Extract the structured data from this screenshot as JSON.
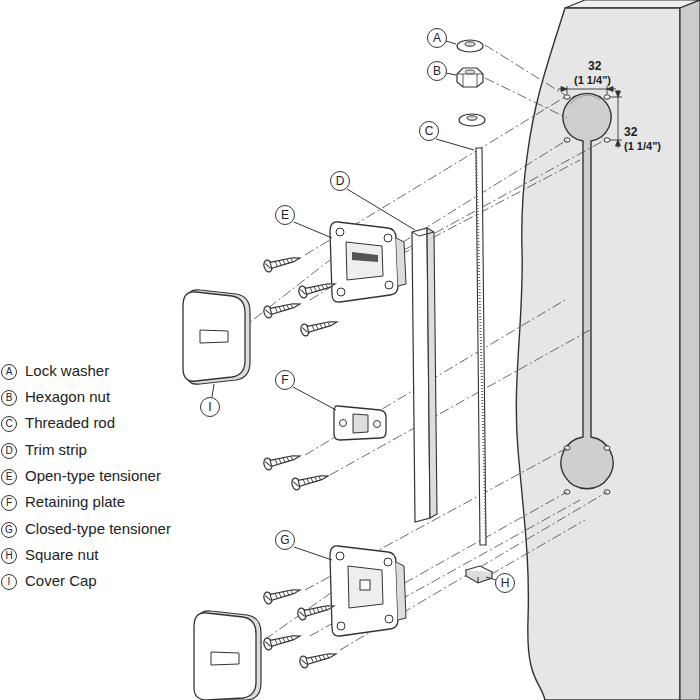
{
  "diagram": {
    "nodes": [
      {
        "text": [
          "A"
        ]
      },
      {
        "text": [
          "B"
        ]
      },
      {
        "text": [
          "C"
        ]
      },
      {
        "text": [
          "D"
        ]
      },
      {
        "text": [
          "E"
        ]
      },
      {
        "text": [
          "F"
        ]
      },
      {
        "text": [
          "I"
        ]
      },
      {
        "text": [
          "G"
        ]
      },
      {
        "text": [
          "H"
        ]
      },
      {
        "text": [
          "A"
        ]
      },
      {
        "text": [
          "B"
        ]
      },
      {
        "text": [
          "C"
        ]
      },
      {
        "text": [
          "D"
        ]
      },
      {
        "text": [
          "E"
        ]
      },
      {
        "text": [
          "F"
        ]
      },
      {
        "text": [
          "G"
        ]
      },
      {
        "text": [
          "H"
        ]
      },
      {
        "text": [
          "I"
        ]
      }
    ],
    "labels": [
      "32",
      "(1 1/4\")",
      "32",
      "(1 1/4\")",
      "Lock washer",
      "Hexagon nut",
      "Threaded rod",
      "Trim strip",
      "Open-type tensioner",
      "Retaining plate",
      "Closed-type tensioner",
      "Square nut",
      "Cover Cap"
    ]
  }
}
